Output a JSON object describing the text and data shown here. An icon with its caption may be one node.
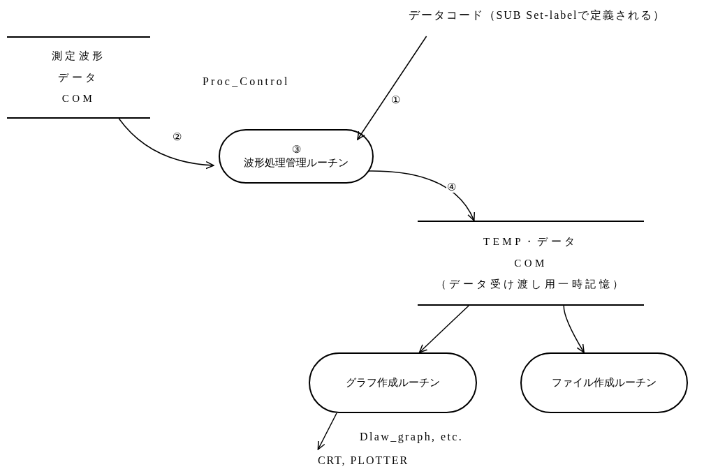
{
  "diagram": {
    "nodes": [
      {
        "text": [
          "データコード（SUB Set-labelで定義される）"
        ]
      },
      {
        "text": [
          "測定波形",
          "データ",
          "COM"
        ]
      },
      {
        "text": [
          "Proc_Control",
          "③",
          "波形処理管理ルーチン"
        ]
      },
      {
        "text": [
          "TEMP・データ",
          "COM",
          "（データ受け渡し用一時記憶）"
        ]
      },
      {
        "text": [
          "グラフ作成ルーチン"
        ],
        "beside": [
          "Dlaw_graph, etc."
        ]
      },
      {
        "text": [
          "ファイル作成ルーチン"
        ]
      },
      {
        "text": [
          "CRT, PLOTTER"
        ]
      }
    ],
    "edges": [
      {
        "from": 0,
        "to": 2,
        "arrow": "to",
        "label": "①"
      },
      {
        "from": 1,
        "to": 2,
        "arrow": "to",
        "label": "②"
      },
      {
        "from": 2,
        "to": 3,
        "arrow": "to",
        "label": "④"
      },
      {
        "from": 3,
        "to": 4,
        "arrow": "to"
      },
      {
        "from": 3,
        "to": 5,
        "arrow": "to"
      },
      {
        "from": 4,
        "to": 6,
        "arrow": "to"
      }
    ]
  }
}
